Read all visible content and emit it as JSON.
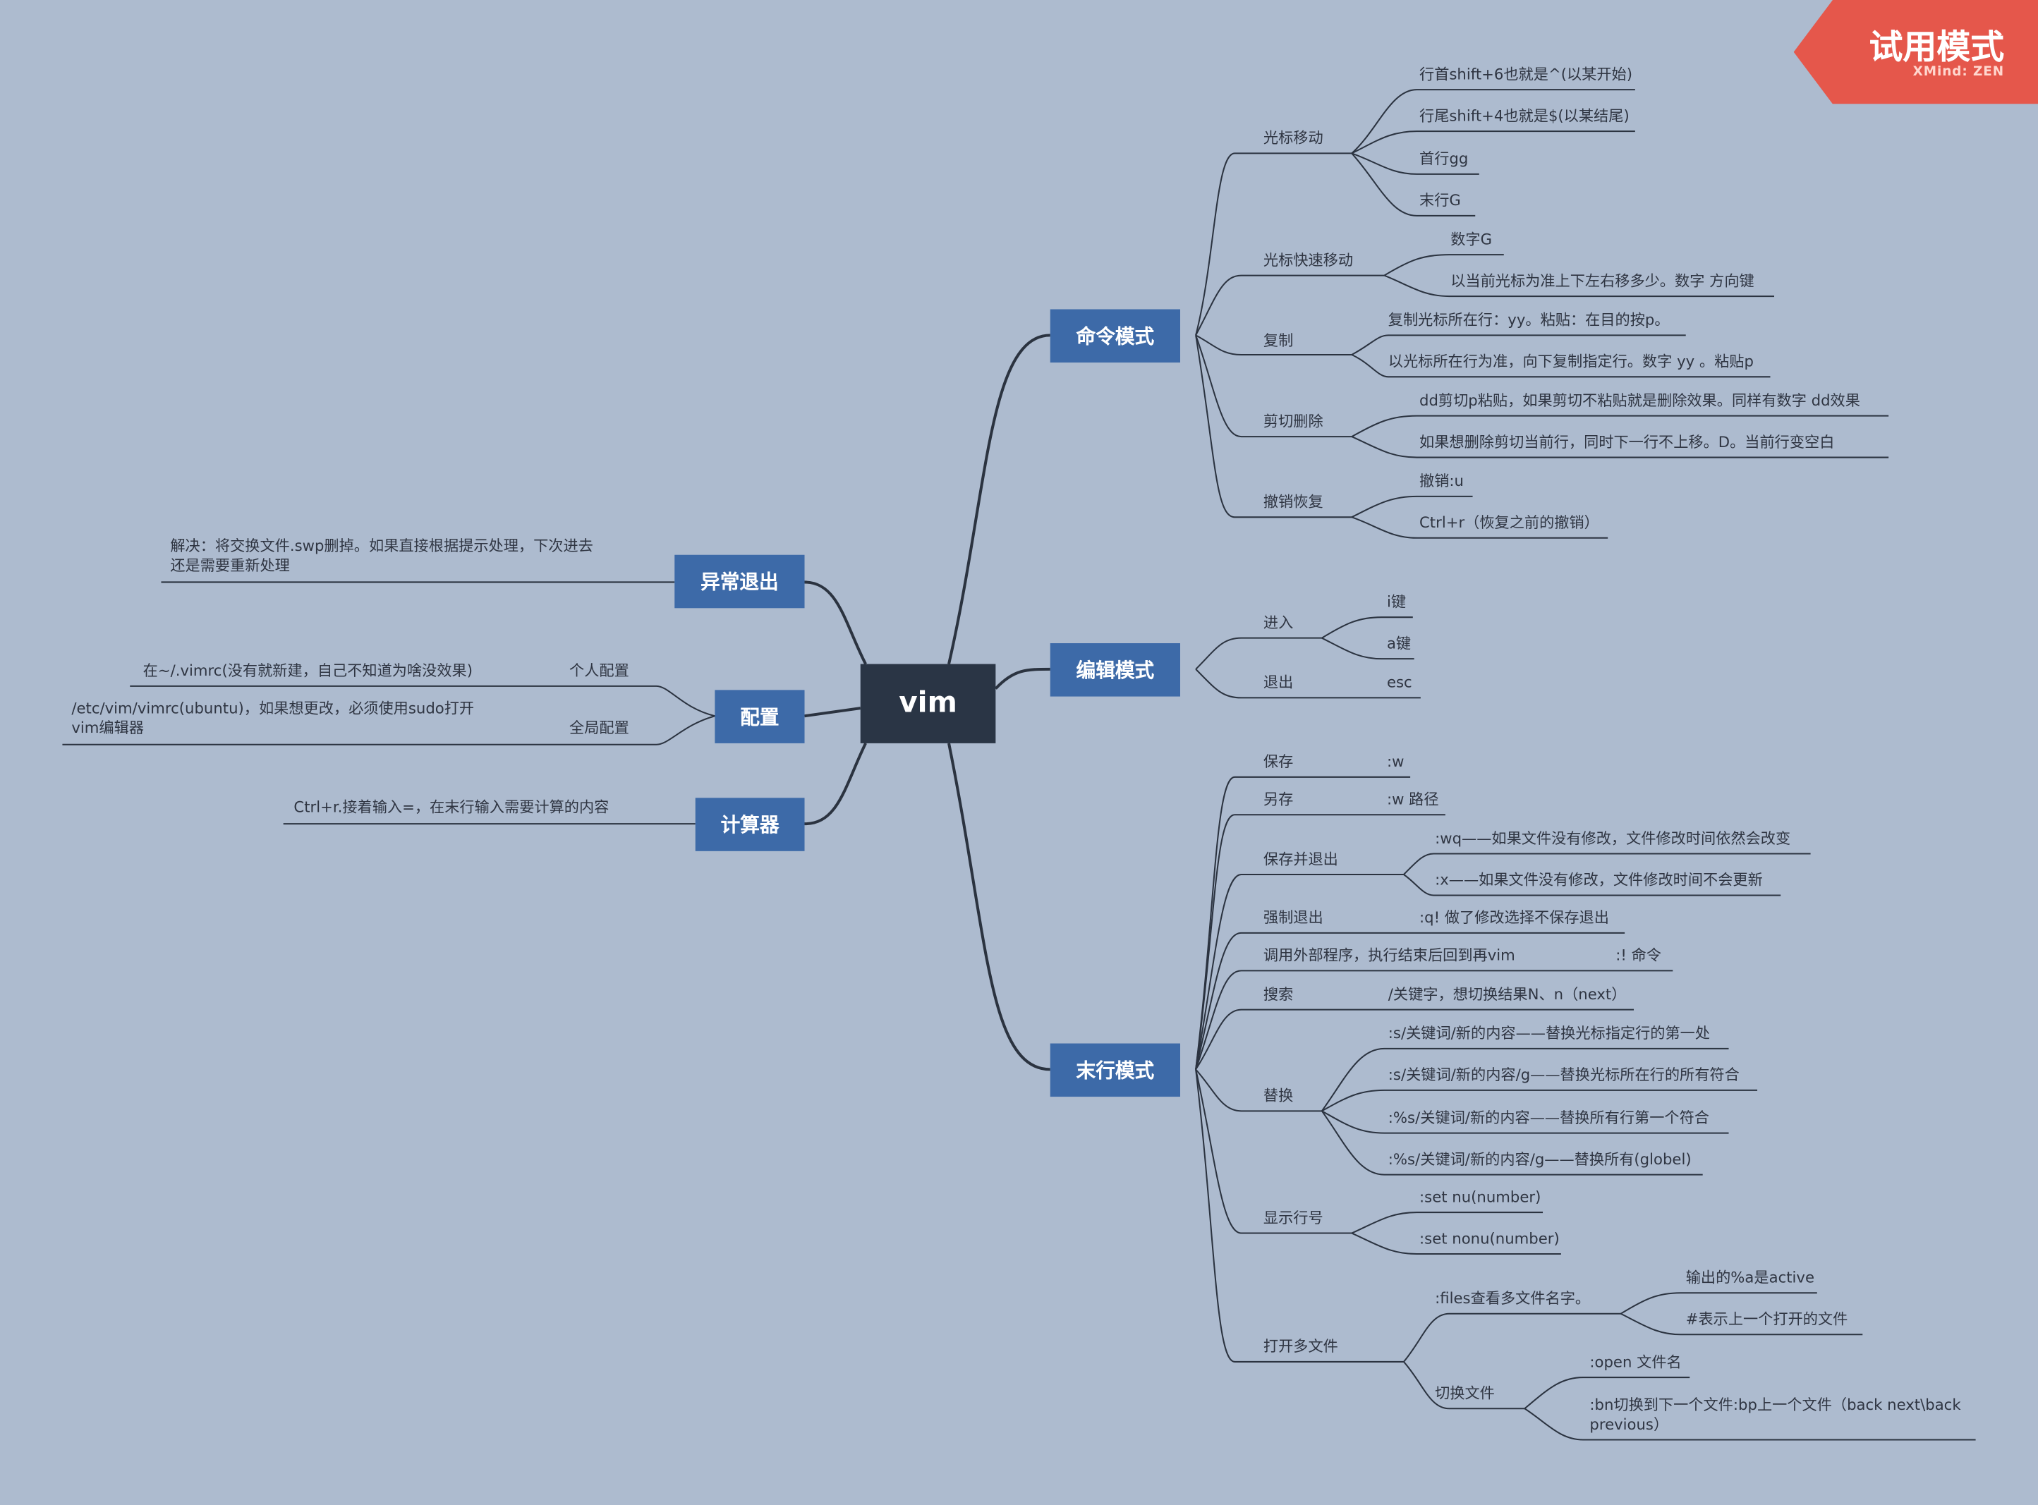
{
  "watermark": {
    "title": "试用模式",
    "brand": "XMind: ZEN",
    "color": "#e5574b"
  },
  "colors": {
    "background": "#adbbcf",
    "root": "#2a3545",
    "topic": "#3d6aa8",
    "line": "#2b3340"
  },
  "root": "vim",
  "right": {
    "command_mode": {
      "title": "命令模式",
      "cursor_move": {
        "label": "光标移动",
        "items": [
          "行首shift+6也就是^(以某开始)",
          "行尾shift+4也就是$(以某结尾)",
          "首行gg",
          "末行G"
        ]
      },
      "cursor_fast": {
        "label": "光标快速移动",
        "items": [
          "数字G",
          "以当前光标为准上下左右移多少。数字 方向键"
        ]
      },
      "copy": {
        "label": "复制",
        "items": [
          "复制光标所在行：yy。粘贴：在目的按p。",
          "以光标所在行为准，向下复制指定行。数字 yy 。粘贴p"
        ]
      },
      "cut": {
        "label": "剪切删除",
        "items": [
          "dd剪切p粘贴，如果剪切不粘贴就是删除效果。同样有数字 dd效果",
          "如果想删除剪切当前行，同时下一行不上移。D。当前行变空白"
        ]
      },
      "undo": {
        "label": "撤销恢复",
        "items": [
          "撤销:u",
          "Ctrl+r（恢复之前的撤销）"
        ]
      }
    },
    "edit_mode": {
      "title": "编辑模式",
      "enter": {
        "label": "进入",
        "items": [
          "i键",
          "a键"
        ]
      },
      "exit": {
        "label": "退出",
        "value": "esc"
      }
    },
    "last_line_mode": {
      "title": "末行模式",
      "save": {
        "label": "保存",
        "value": ":w"
      },
      "save_as": {
        "label": "另存",
        "value": ":w 路径"
      },
      "save_quit": {
        "label": "保存并退出",
        "items": [
          ":wq——如果文件没有修改，文件修改时间依然会改变",
          ":x——如果文件没有修改，文件修改时间不会更新"
        ]
      },
      "force_quit": {
        "label": "强制退出",
        "value": ":q!  做了修改选择不保存退出"
      },
      "external": {
        "label": "调用外部程序，执行结束后回到再vim",
        "value": ":!  命令"
      },
      "search": {
        "label": "搜索",
        "value": "/关键字，想切换结果N、n（next）"
      },
      "replace": {
        "label": "替换",
        "items": [
          ":s/关键词/新的内容——替换光标指定行的第一处",
          ":s/关键词/新的内容/g——替换光标所在行的所有符合",
          ":%s/关键词/新的内容——替换所有行第一个符合",
          ":%s/关键词/新的内容/g——替换所有(globel)"
        ]
      },
      "line_numbers": {
        "label": "显示行号",
        "items": [
          ":set nu(number)",
          ":set nonu(number)"
        ]
      },
      "multi_files": {
        "label": "打开多文件",
        "files": {
          "label": ":files查看多文件名字。",
          "items": [
            "输出的%a是active",
            "#表示上一个打开的文件"
          ]
        },
        "switch": {
          "label": "切换文件",
          "items": [
            ":open 文件名",
            ":bn切换到下一个文件:bp上一个文件（back next\\back previous）"
          ]
        }
      }
    }
  },
  "left": {
    "abnormal_exit": {
      "title": "异常退出",
      "note": "解决：将交换文件.swp删掉。如果直接根据提示处理，下次进去还是需要重新处理"
    },
    "config": {
      "title": "配置",
      "personal": {
        "label": "个人配置",
        "value": "在~/.vimrc(没有就新建，自己不知道为啥没效果)"
      },
      "global": {
        "label": "全局配置",
        "value": "/etc/vim/vimrc(ubuntu)，如果想更改，必须使用sudo打开vim编辑器"
      }
    },
    "calculator": {
      "title": "计算器",
      "note": "Ctrl+r.接着输入=，在末行输入需要计算的内容"
    }
  }
}
